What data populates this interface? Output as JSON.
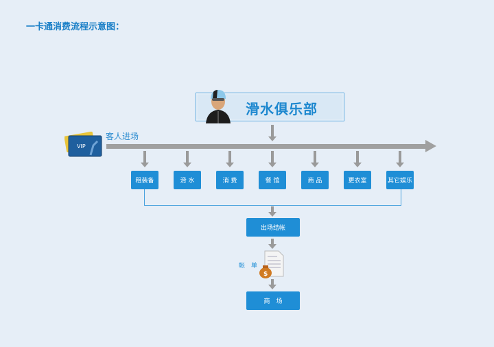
{
  "title": "一卡通消费流程示意图：",
  "club": {
    "name": "滑水俱乐部",
    "icon": "swimmer-avatar-icon"
  },
  "entry": {
    "label": "客人进场",
    "icon": "vip-card-icon"
  },
  "services": [
    {
      "label": "租装备"
    },
    {
      "label": "滑 水"
    },
    {
      "label": "消 费"
    },
    {
      "label": "餐 馆"
    },
    {
      "label": "商 品"
    },
    {
      "label": "更衣室"
    },
    {
      "label": "其它娱乐"
    }
  ],
  "checkout": {
    "label": "出场结帐"
  },
  "bill": {
    "label": "帐 单",
    "icon": "bill-money-bag-icon"
  },
  "mall": {
    "label": "商　场"
  },
  "colors": {
    "accent": "#1f8ed6",
    "arrow": "#9a9a9a",
    "background": "#e6eef7"
  }
}
